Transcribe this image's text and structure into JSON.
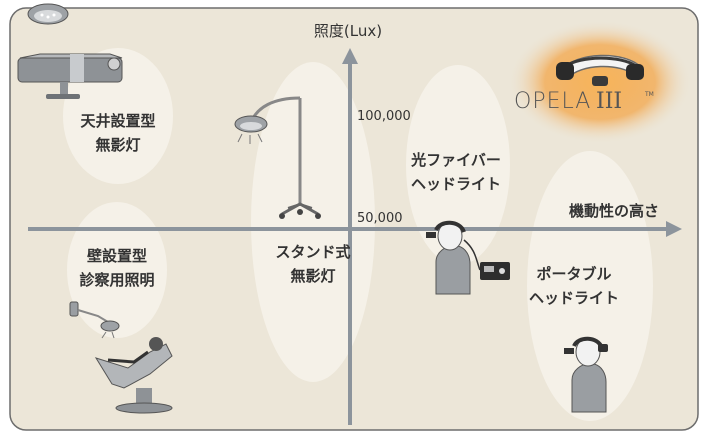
{
  "diagram": {
    "y_axis_label": "照度(Lux)",
    "x_axis_label": "機動性の高さ",
    "tick_100000": "100,000",
    "tick_50000": "50,000",
    "groups": {
      "ceiling": [
        "天井設置型",
        "無影灯"
      ],
      "wall": [
        "壁設置型",
        "診察用照明"
      ],
      "stand": [
        "スタンド式",
        "無影灯"
      ],
      "fiber": [
        "光ファイバー",
        "ヘッドライト"
      ],
      "portable": [
        "ポータブル",
        "ヘッドライト"
      ]
    },
    "brand": {
      "logo_text": "OPELA",
      "logo_numeral": "III",
      "logo_tm": "TM"
    }
  },
  "colors": {
    "background": "#ece6d8",
    "frame_border": "#6d6d6d",
    "ellipse_fill": "#f5f1e8",
    "axis": "#8c949c",
    "text": "#333333",
    "glow": "#f2a23c"
  }
}
